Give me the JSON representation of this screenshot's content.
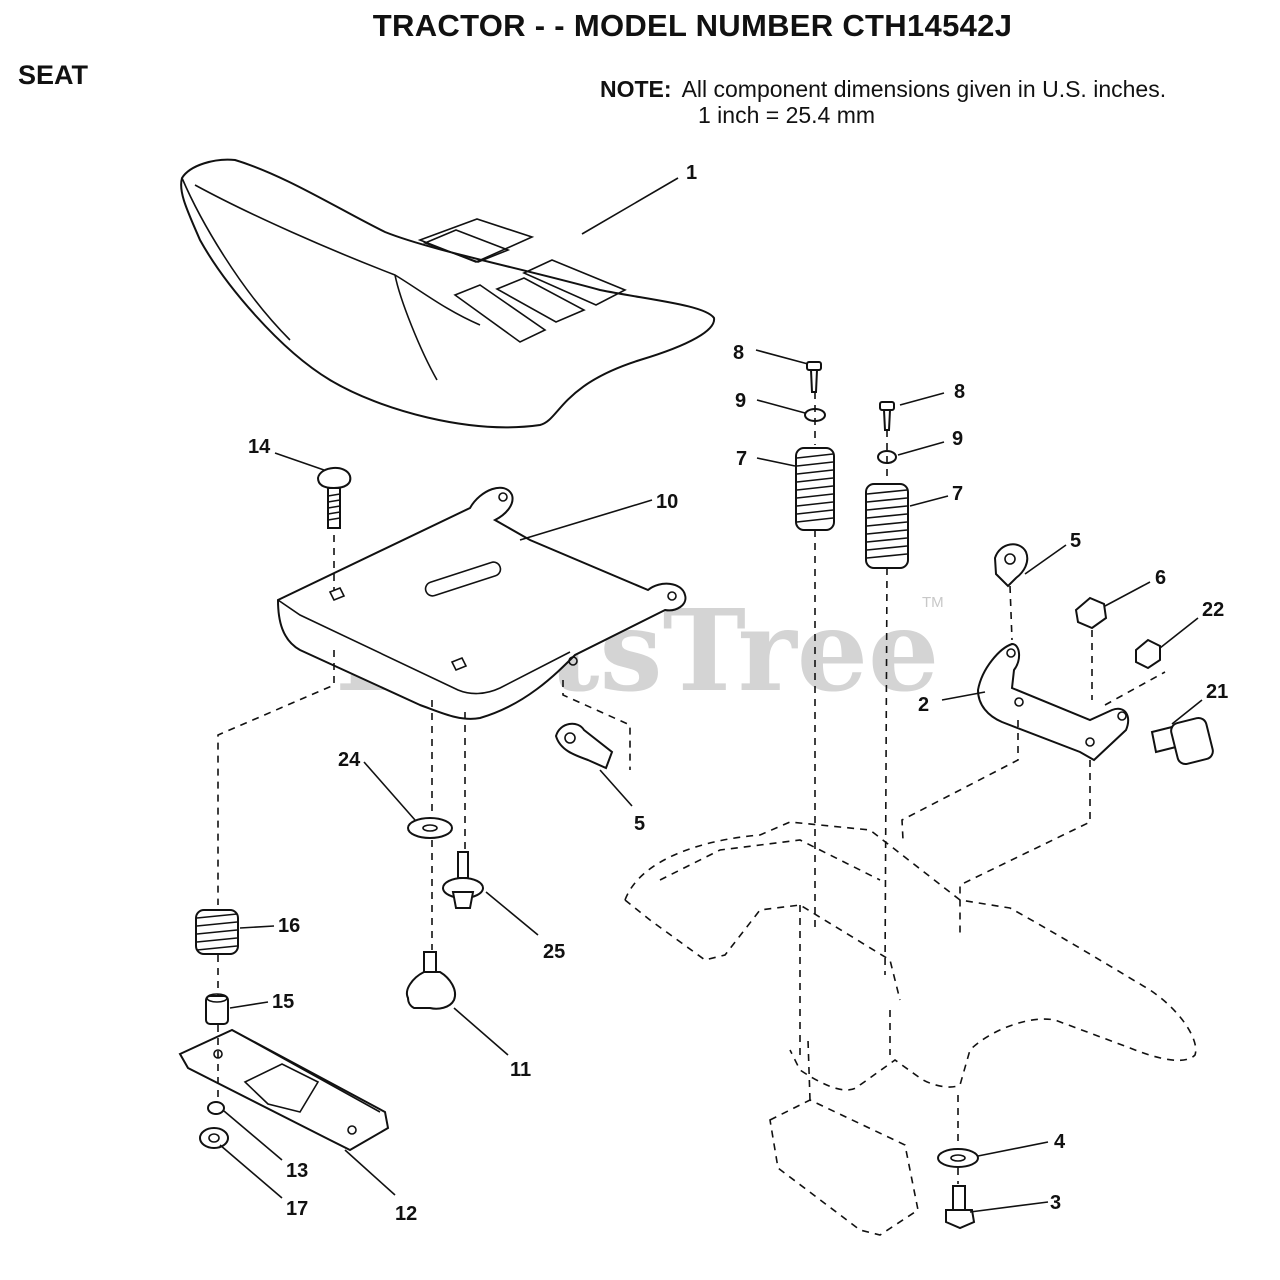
{
  "header": {
    "title": "TRACTOR - - MODEL NUMBER CTH14542J",
    "section": "SEAT",
    "note_label": "NOTE:",
    "note_line1": "All component  dimensions given in U.S. inches.",
    "note_line2": "1 inch = 25.4 mm"
  },
  "watermark": {
    "text": "PartsTree",
    "tm": "TM"
  },
  "callouts": {
    "p1": "1",
    "p2": "2",
    "p3": "3",
    "p4": "4",
    "p5a": "5",
    "p5b": "5",
    "p6": "6",
    "p7a": "7",
    "p7b": "7",
    "p8a": "8",
    "p8b": "8",
    "p9a": "9",
    "p9b": "9",
    "p10": "10",
    "p11": "11",
    "p12": "12",
    "p13": "13",
    "p14": "14",
    "p15": "15",
    "p16": "16",
    "p17": "17",
    "p21": "21",
    "p22": "22",
    "p24": "24",
    "p25": "25"
  }
}
